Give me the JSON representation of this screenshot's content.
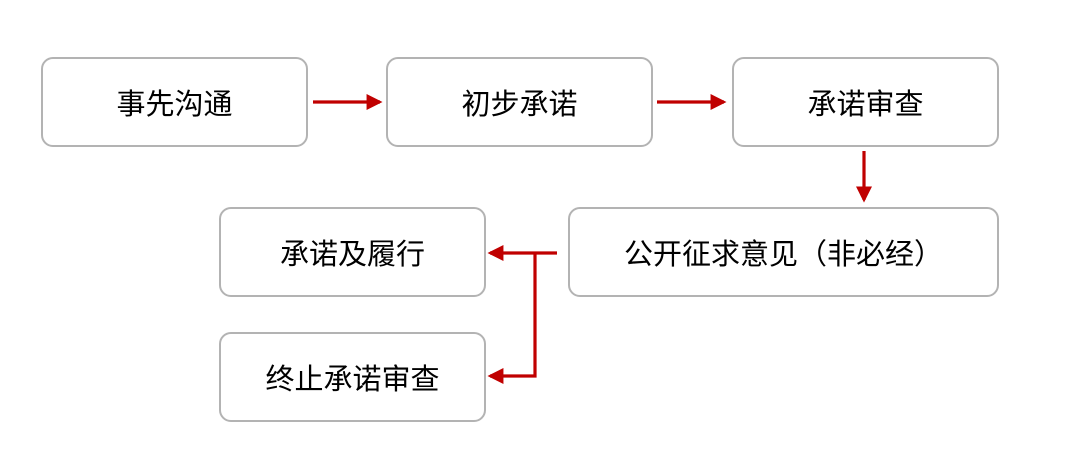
{
  "steps": {
    "prior_communication": "事先沟通",
    "initial_commitment": "初步承诺",
    "commitment_review": "承诺审查",
    "public_consultation": "公开征求意见（非必经）",
    "commitment_fulfillment": "承诺及履行",
    "terminate_review": "终止承诺审查"
  },
  "colors": {
    "arrow": "#c00000",
    "box_border": "#b3b3b3"
  }
}
